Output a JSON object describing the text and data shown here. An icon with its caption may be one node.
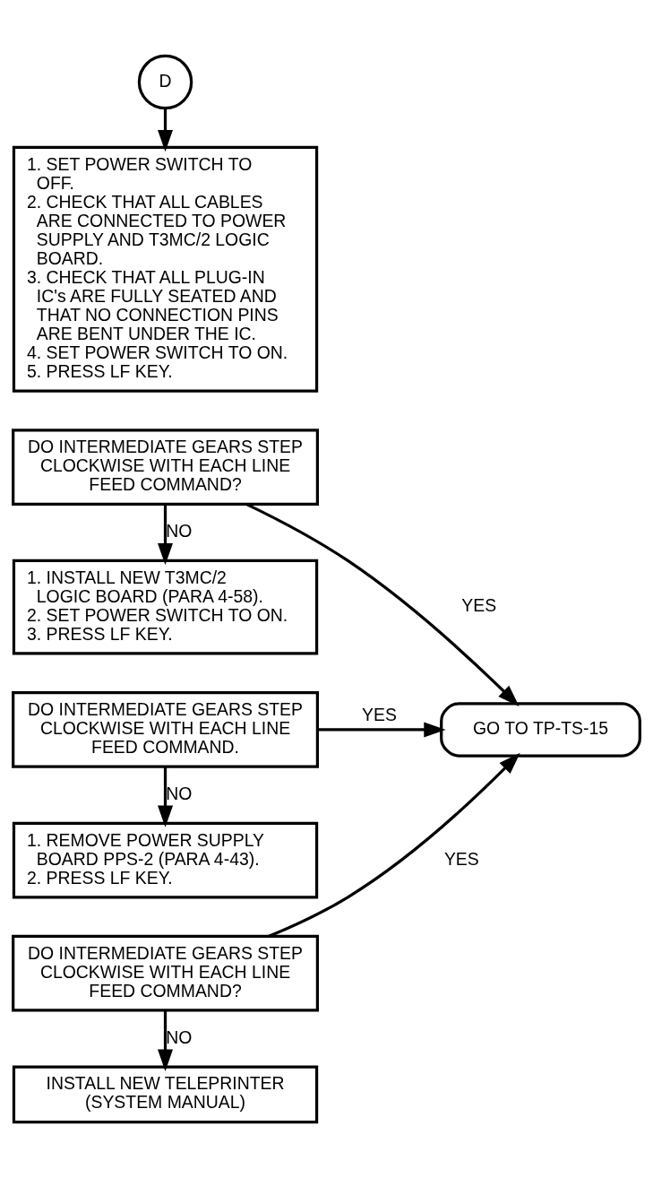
{
  "diagram": {
    "nodes": [
      {
        "text": [
          "D"
        ]
      },
      {
        "text": [
          "1. SET POWER SWITCH TO OFF.",
          "2. CHECK THAT ALL CABLES ARE CONNECTED TO POWER SUPPLY AND T3MC/2 LOGIC BOARD.",
          "3. CHECK THAT ALL PLUG-IN IC's ARE FULLY SEATED AND THAT NO CONNECTION PINS ARE BENT UNDER THE IC.",
          "4. SET POWER SWITCH TO ON.",
          "5. PRESS LF KEY."
        ]
      },
      {
        "text": [
          "DO INTERMEDIATE GEARS STEP CLOCKWISE WITH EACH LINE FEED COMMAND?"
        ]
      },
      {
        "text": [
          "1. INSTALL NEW T3MC/2 LOGIC BOARD (PARA 4-58).",
          "2. SET POWER SWITCH TO ON.",
          "3. PRESS LF KEY."
        ]
      },
      {
        "text": [
          "DO INTERMEDIATE GEARS STEP CLOCKWISE WITH EACH LINE FEED COMMAND."
        ]
      },
      {
        "text": [
          "GO TO TP-TS-15"
        ]
      },
      {
        "text": [
          "1. REMOVE POWER SUPPLY BOARD PPS-2 (PARA 4-43).",
          "2. PRESS LF KEY."
        ]
      },
      {
        "text": [
          "DO INTERMEDIATE GEARS STEP CLOCKWISE WITH EACH LINE FEED COMMAND?"
        ]
      },
      {
        "text": [
          "INSTALL NEW TELEPRINTER (SYSTEM MANUAL)"
        ]
      }
    ],
    "edges": [
      {
        "from": 0,
        "to": 1,
        "arrow": "to"
      },
      {
        "from": 2,
        "to": 5,
        "arrow": "to",
        "label": "YES"
      },
      {
        "from": 2,
        "to": 3,
        "arrow": "to",
        "label": "NO"
      },
      {
        "from": 4,
        "to": 5,
        "arrow": "to",
        "label": "YES"
      },
      {
        "from": 4,
        "to": 6,
        "arrow": "to",
        "label": "NO"
      },
      {
        "from": 7,
        "to": 5,
        "arrow": "to",
        "label": "YES"
      },
      {
        "from": 7,
        "to": 8,
        "arrow": "to",
        "label": "NO"
      }
    ]
  }
}
